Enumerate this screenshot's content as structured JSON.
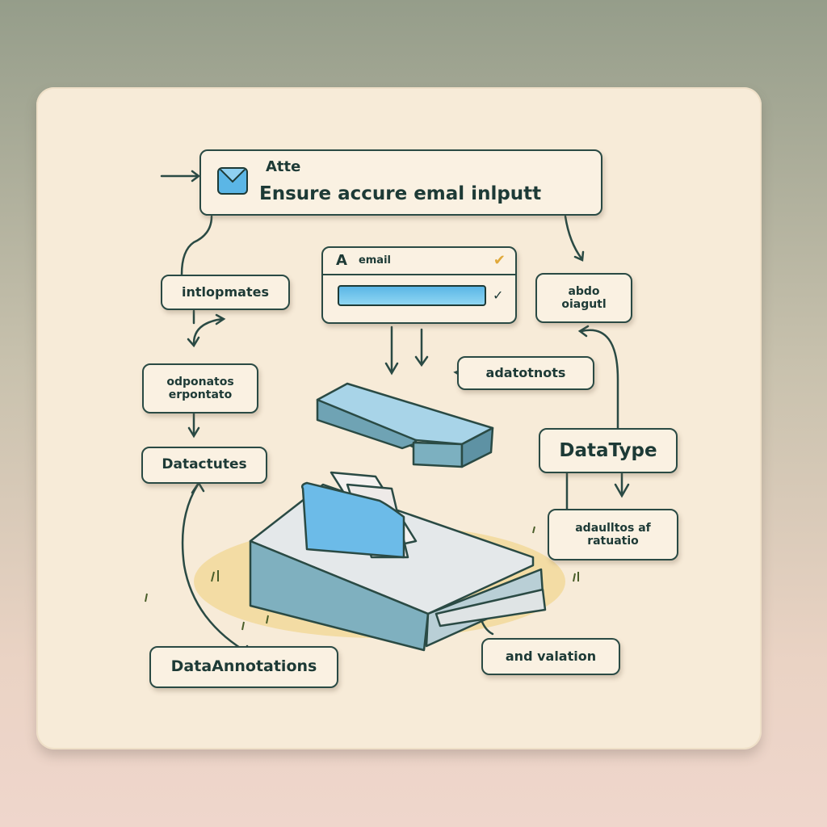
{
  "header": {
    "title": "Atte",
    "subtitle": "Ensure accure emal inlputt",
    "icon": "envelope-icon"
  },
  "email_form": {
    "label_prefix": "A",
    "label": "email",
    "value": ""
  },
  "nodes": {
    "intlopmates": "intlopmates",
    "abdo": [
      "abdo",
      "oiagutl"
    ],
    "adatotnots": "adatotnots",
    "odponatos": [
      "odponatos",
      "erpontato"
    ],
    "datactutes": "Datactutes",
    "datatype": "DataType",
    "adaulltos": [
      "adaulltos af",
      "ratuatio"
    ],
    "dataannotations": "DataAnnotations",
    "and_valation": "and valation"
  },
  "colors": {
    "accent": "#5bb6e6",
    "ink": "#1d3a36",
    "card": "#f7ebd8",
    "check": "#e0a93a"
  }
}
